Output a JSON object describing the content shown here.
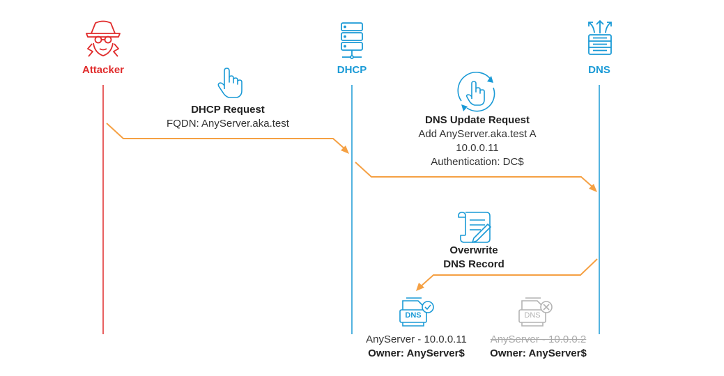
{
  "colors": {
    "attacker": "#e02b2b",
    "actor": "#1a9ad6",
    "arrow": "#f5a043",
    "gray": "#b3b3b3"
  },
  "actors": {
    "attacker": "Attacker",
    "dhcp": "DHCP",
    "dns": "DNS"
  },
  "msg1": {
    "title": "DHCP Request",
    "line1": "FQDN: AnyServer.aka.test"
  },
  "msg2": {
    "title": "DNS Update Request",
    "line1": "Add AnyServer.aka.test A",
    "line2": "10.0.0.11",
    "line3": "Authentication: DC$"
  },
  "msg3": {
    "title_line1": "Overwrite",
    "title_line2": "DNS Record"
  },
  "record_new": {
    "badge": "DNS",
    "value": "AnyServer - 10.0.0.11",
    "owner": "Owner: AnyServer$"
  },
  "record_old": {
    "badge": "DNS",
    "value": "AnyServer - 10.0.0.2",
    "owner": "Owner: AnyServer$"
  }
}
